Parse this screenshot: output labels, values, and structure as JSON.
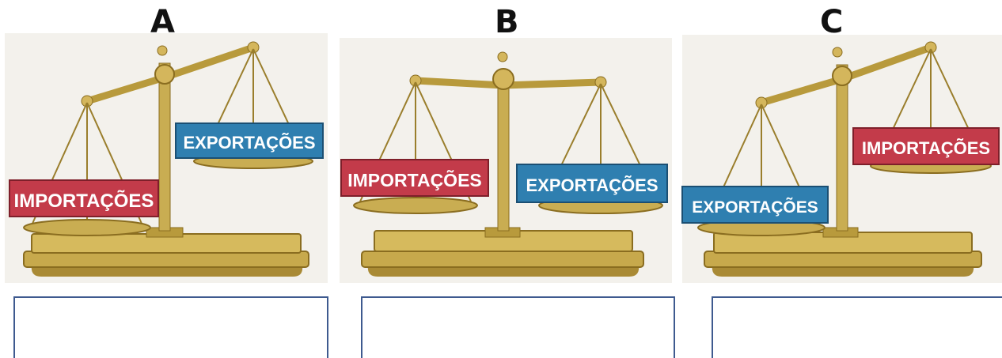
{
  "scales": [
    {
      "letter": "A",
      "left_label": "IMPORTAÇÕES",
      "right_label": "EXPORTAÇÕES",
      "left_color": "#c33b4a",
      "right_color": "#2f7fb0"
    },
    {
      "letter": "B",
      "left_label": "IMPORTAÇÕES",
      "right_label": "EXPORTAÇÕES",
      "left_color": "#c33b4a",
      "right_color": "#2f7fb0"
    },
    {
      "letter": "C",
      "left_label": "EXPORTAÇÕES",
      "right_label": "IMPORTAÇÕES",
      "left_color": "#2f7fb0",
      "right_color": "#c33b4a"
    }
  ],
  "colors": {
    "brass": "#b89a3c",
    "brass_dark": "#8a6d20",
    "brass_light": "#dcc574",
    "box_border": "#3e5a8f"
  }
}
